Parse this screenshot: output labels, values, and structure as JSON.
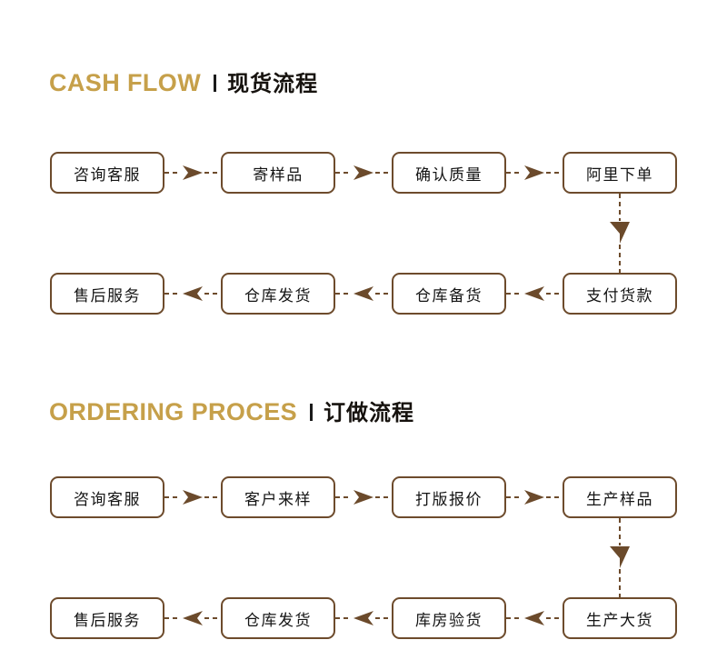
{
  "theme": {
    "background": "#ffffff",
    "accent_gold": "#c6a04a",
    "line_brown": "#6d4b2c",
    "arrow_brown": "#6b4a2b",
    "text_dark": "#141414"
  },
  "sections": [
    {
      "id": "cash-flow",
      "header": {
        "english": "CASH FLOW",
        "separator": "|",
        "chinese": "现货流程"
      },
      "rows": [
        {
          "direction": "right",
          "nodes": [
            "咨询客服",
            "寄样品",
            "确认质量",
            "阿里下单"
          ]
        },
        {
          "direction": "left",
          "nodes": [
            "售后服务",
            "仓库发货",
            "仓库备货",
            "支付货款"
          ]
        }
      ],
      "vertical_connector": {
        "direction": "down",
        "from": "阿里下单",
        "to": "支付货款"
      }
    },
    {
      "id": "ordering-process",
      "header": {
        "english": "ORDERING PROCES",
        "separator": "|",
        "chinese": "订做流程"
      },
      "rows": [
        {
          "direction": "right",
          "nodes": [
            "咨询客服",
            "客户来样",
            "打版报价",
            "生产样品"
          ]
        },
        {
          "direction": "left",
          "nodes": [
            "售后服务",
            "仓库发货",
            "库房验货",
            "生产大货"
          ]
        }
      ],
      "vertical_connector": {
        "direction": "down",
        "from": "生产样品",
        "to": "生产大货"
      }
    }
  ]
}
